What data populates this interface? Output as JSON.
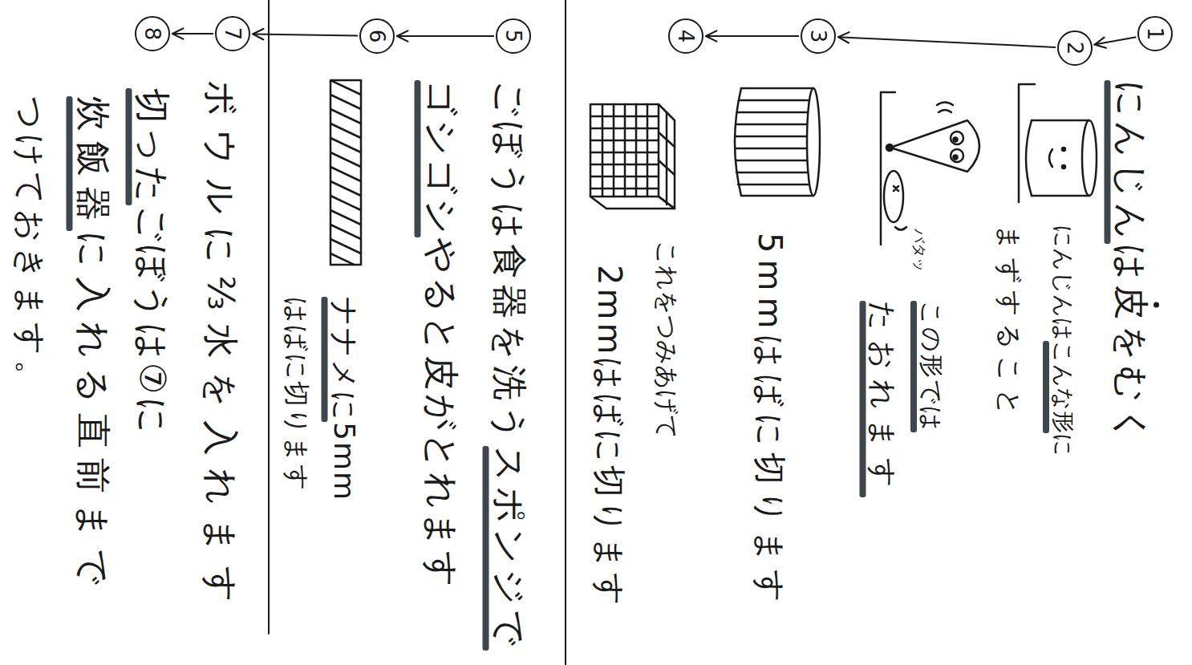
{
  "diagram": {
    "nodes": [
      {
        "text": [
          "1"
        ]
      },
      {
        "text": [
          "2"
        ]
      },
      {
        "text": [
          "3"
        ]
      },
      {
        "text": [
          "4"
        ]
      },
      {
        "text": [
          "5"
        ]
      },
      {
        "text": [
          "6"
        ]
      },
      {
        "text": [
          "7"
        ]
      },
      {
        "text": [
          "8"
        ]
      }
    ],
    "edges": [
      {
        "from": 0,
        "to": 1,
        "arrow": "to"
      },
      {
        "from": 1,
        "to": 2,
        "arrow": "to"
      },
      {
        "from": 2,
        "to": 3,
        "arrow": "to"
      },
      {
        "from": 4,
        "to": 5,
        "arrow": "to"
      },
      {
        "from": 5,
        "to": 6,
        "arrow": "to"
      },
      {
        "from": 6,
        "to": 7,
        "arrow": "to"
      }
    ],
    "labels": [
      "にんじんは皮をむく",
      "にんじんはこんな形に",
      "まずすること",
      "この形では",
      "たおれます",
      "バタッ",
      "5mmはばに切ります",
      "これをつみあげて",
      "2mmはばに切ります",
      "ごぼうは食器を洗うスポンジで",
      "ゴシゴシやると皮がとれます",
      "ナナメに5mm",
      "はばに切ります",
      "ボウルに⅔水を入れます",
      "切ったごぼうは⑦に",
      "炊飯器に入れる直前まで",
      "つけておきます。"
    ]
  }
}
